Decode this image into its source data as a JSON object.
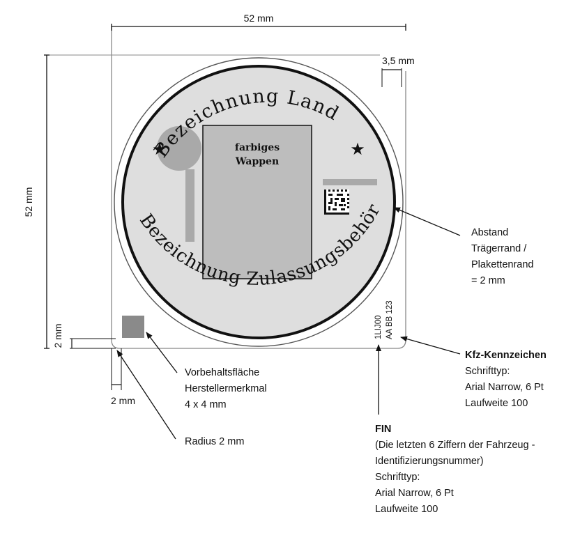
{
  "dimensions": {
    "width": "52 mm",
    "height": "52 mm",
    "margin": "3,5 mm",
    "corner_vertical": "2 mm",
    "corner_horizontal": "2 mm"
  },
  "plate": {
    "country_text": "Bezeichnung Land",
    "authority_text": "Bezeichnung Zulassungsbehörde",
    "coat_of_arms_line1": "farbiges",
    "coat_of_arms_line2": "Wappen",
    "fin_code": "1LIJ00",
    "plate_code": "AA BB 123"
  },
  "callouts": {
    "distance": [
      "Abstand",
      "Trägerrand /",
      "Plakettenrand",
      "= 2 mm"
    ],
    "reserved": [
      "Vorbehaltsfläche",
      "Herstellermerkmal",
      "4 x 4 mm"
    ],
    "radius": "Radius 2 mm",
    "kfz": {
      "title": "Kfz-Kennzeichen",
      "lines": [
        "Schrifttyp:",
        "Arial Narrow, 6 Pt",
        "Laufweite 100"
      ]
    },
    "fin": {
      "title": "FIN",
      "lines": [
        "(Die letzten 6 Ziffern der Fahrzeug -",
        "Identifizierungsnummer)",
        "Schrifttyp:",
        "Arial Narrow, 6 Pt",
        "Laufweite 100"
      ]
    }
  },
  "colors": {
    "disc": "#dedede",
    "arms_box": "#bdbdbd",
    "grey_mark": "#a9a9a9",
    "reserved_square": "#8a8a8a"
  }
}
